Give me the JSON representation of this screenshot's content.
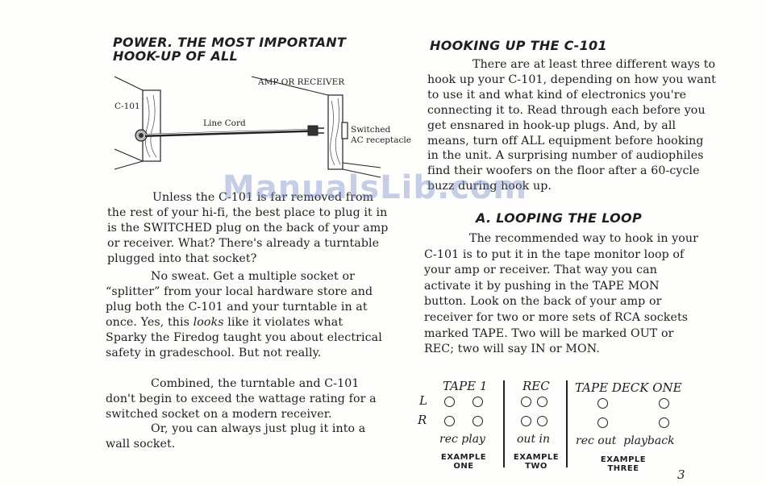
{
  "left": {
    "heading_line1": "POWER. THE MOST IMPORTANT",
    "heading_line2": "HOOK-UP OF ALL",
    "diagram": {
      "amp_label": "AMP OR RECEIVER",
      "c101_label": "C-101",
      "cord_label": "Line Cord",
      "switched_line1": "Switched",
      "switched_line2": "AC receptacle"
    },
    "para1": "Unless the C-101 is far removed from the rest of your hi-fi, the best place to plug it in is the SWITCHED plug on the back of your amp or receiver. What? There's already a turntable plugged into that socket?",
    "para2": "No sweat. Get a multiple socket or “splitter” from your local hardware store and plug both the C-101 and your turntable in at once. Yes, this",
    "para2_em": "looks",
    "para2_rest": "like it violates what Sparky the Firedog taught you about electrical safety in gradeschool. But not really.",
    "para3": "Combined, the turntable and C-101 don't begin to exceed the wattage rating for a switched socket on a modern receiver.",
    "para4": "Or, you can always just plug it into a wall socket."
  },
  "right": {
    "heading1": "HOOKING UP THE C-101",
    "para1": "There are at least three different ways to hook up your C-101, depending on how you want to use it and what kind of electronics you're connecting it to. Read through each before you get ensnared in hook-up plugs. And, by all means, turn off ALL equipment before hooking in the unit. A surprising number of audiophiles find their woofers on the floor after a 60-cycle buzz during hook up.",
    "heading2": "A. LOOPING THE LOOP",
    "para2": "The recommended way to hook in your C-101 is to put it in the tape monitor loop of your amp or receiver. That way you can activate it by pushing in the TAPE MON button. Look on the back of your amp or receiver for two or more sets of RCA sockets marked TAPE. Two will be marked OUT or REC; two will say IN or MON."
  },
  "examples": {
    "row_l": "L",
    "row_r": "R",
    "one": {
      "title": "TAPE 1",
      "sub": "rec play",
      "label_line1": "EXAMPLE",
      "label_line2": "ONE"
    },
    "two": {
      "title": "REC",
      "sub": "out in",
      "label_line1": "EXAMPLE",
      "label_line2": "TWO"
    },
    "three": {
      "title": "TAPE DECK ONE",
      "sub": "rec out  playback",
      "label_line1": "EXAMPLE",
      "label_line2": "THREE"
    }
  },
  "watermark": "ManualsLib.com",
  "page_number": "3"
}
